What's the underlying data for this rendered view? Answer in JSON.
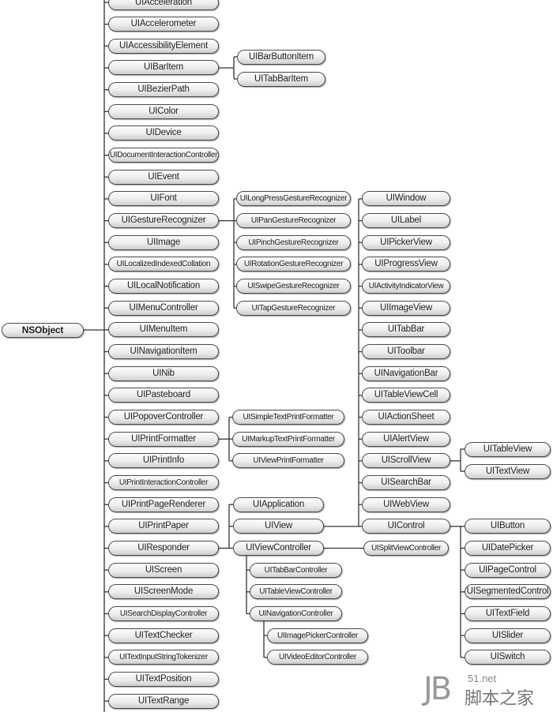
{
  "root": "NSObject",
  "nsobject_children": [
    "UIAcceleration",
    "UIAccelerometer",
    "UIAccessibilityElement",
    "UIBarItem",
    "UIBezierPath",
    "UIColor",
    "UIDevice",
    "UIDocumentInteractionController",
    "UIEvent",
    "UIFont",
    "UIGestureRecognizer",
    "UIImage",
    "UILocalizedIndexedCollation",
    "UILocalNotification",
    "UIMenuController",
    "UIMenuItem",
    "UINavigationItem",
    "UINib",
    "UIPasteboard",
    "UIPopoverController",
    "UIPrintFormatter",
    "UIPrintInfo",
    "UIPrintInteractionController",
    "UIPrintPageRenderer",
    "UIPrintPaper",
    "UIResponder",
    "UIScreen",
    "UIScreenMode",
    "UISearchDisplayController",
    "UITextChecker",
    "UITextInputStringTokenizer",
    "UITextPosition",
    "UITextRange"
  ],
  "uibaritem_children": [
    "UIBarButtonItem",
    "UITabBarItem"
  ],
  "uigesturerecognizer_children": [
    "UILongPressGestureRecognizer",
    "UIPanGestureRecognizer",
    "UIPinchGestureRecognizer",
    "UIRotationGestureRecognizer",
    "UISwipeGestureRecognizer",
    "UITapGestureRecognizer"
  ],
  "uiprintformatter_children": [
    "UISimpleTextPrintFormatter",
    "UIMarkupTextPrintFormatter",
    "UIViewPrintFormatter"
  ],
  "uiresponder_children": [
    "UIApplication",
    "UIView",
    "UIViewController"
  ],
  "uiview_children": [
    "UIWindow",
    "UILabel",
    "UIPickerView",
    "UIProgressView",
    "UIActivityIndicatorView",
    "UIImageView",
    "UITabBar",
    "UIToolbar",
    "UINavigationBar",
    "UITableViewCell",
    "UIActionSheet",
    "UIAlertView",
    "UIScrollView",
    "UISearchBar",
    "UIWebView",
    "UIControl"
  ],
  "uiscrollview_children": [
    "UITableView",
    "UITextView"
  ],
  "uicontrol_children": [
    "UIButton",
    "UIDatePicker",
    "UIPageControl",
    "UISegmentedControl",
    "UITextField",
    "UISlider",
    "UISwitch"
  ],
  "uiviewcontroller_children": [
    "UISplitViewController",
    "UITabBarController",
    "UITableViewController",
    "UINavigationController"
  ],
  "uinavigationcontroller_children": [
    "UIImagePickerController",
    "UIVideoEditorController"
  ],
  "watermark": {
    "logo": "JB",
    "domain": "51.net",
    "name": "脚本之家"
  }
}
